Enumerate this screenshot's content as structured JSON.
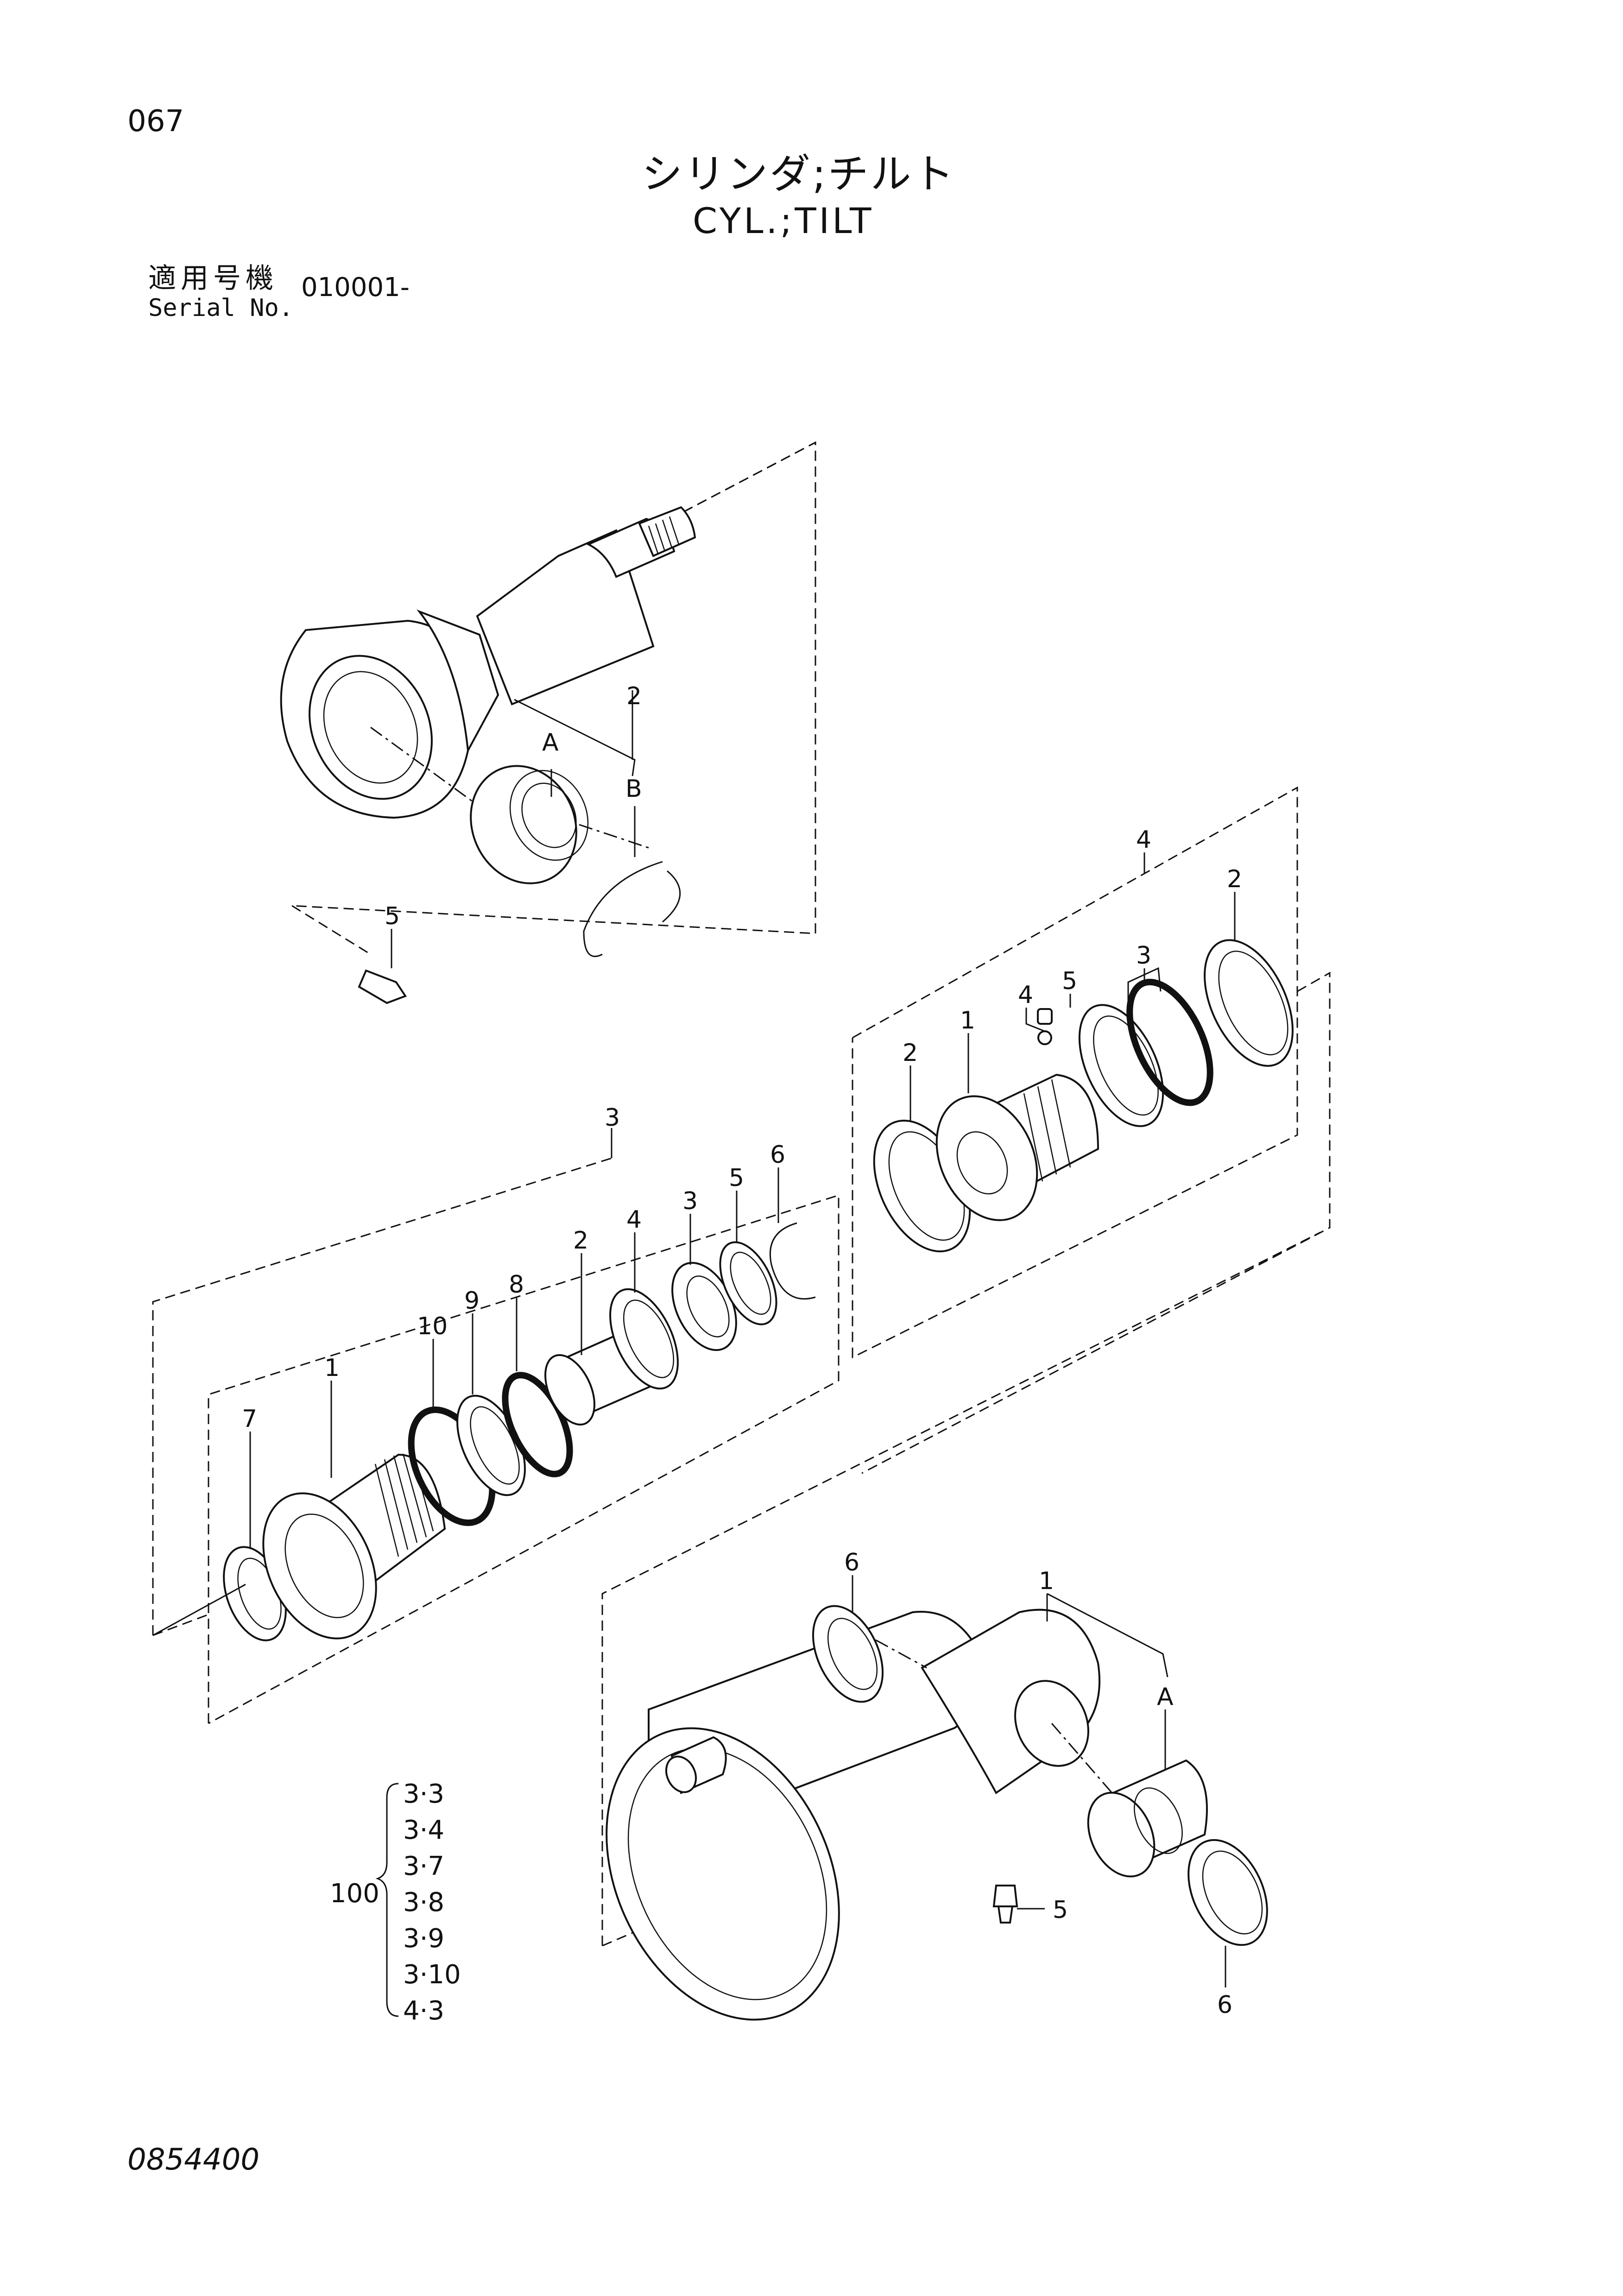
{
  "page_number": "067",
  "title_ja": "シリンダ;チルト",
  "title_en": "CYL.;TILT",
  "serial": {
    "label_ja": "適用号機",
    "label_en": "Serial No.",
    "value": "010001-"
  },
  "drawing_number": "0854400",
  "kit": {
    "number": "100",
    "items": [
      "3·3",
      "3·4",
      "3·7",
      "3·8",
      "3·9",
      "3·10",
      "4·3"
    ]
  },
  "callouts": {
    "rod": {
      "item_2": "2",
      "item_A": "A",
      "item_B": "B",
      "item_5": "5"
    },
    "gland": {
      "group_3": "3",
      "item_1": "1",
      "item_2": "2",
      "item_3": "3",
      "item_4": "4",
      "item_5": "5",
      "item_6": "6",
      "item_7": "7",
      "item_8": "8",
      "item_9": "9",
      "item_10": "10"
    },
    "piston": {
      "group_4": "4",
      "item_1": "1",
      "item_2a": "2",
      "item_2b": "2",
      "item_3": "3",
      "item_4": "4",
      "item_5": "5"
    },
    "tube": {
      "item_1": "1",
      "item_A": "A",
      "item_5": "5",
      "item_6a": "6",
      "item_6b": "6"
    }
  }
}
